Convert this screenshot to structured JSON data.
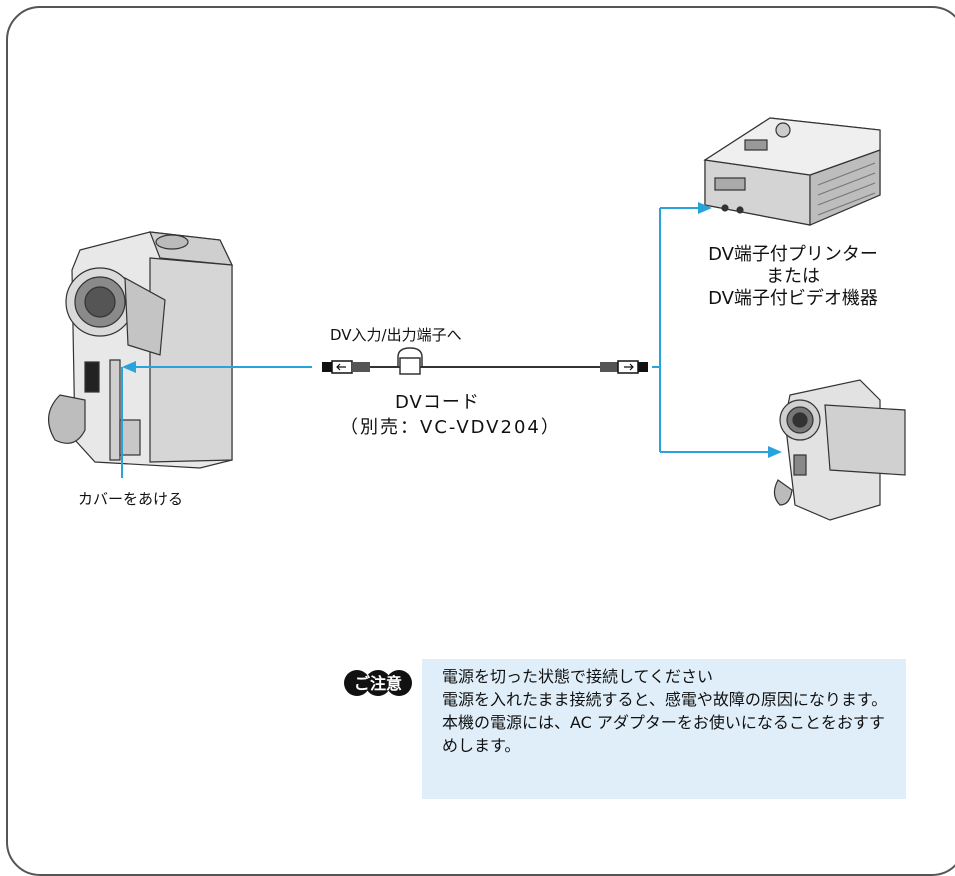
{
  "labels": {
    "dv_port": "DV入力/出力端子へ",
    "cover": "カバーをあける",
    "cord_name": "DVコード",
    "cord_sub": "（別売：VC-VDV204）",
    "printer_line1": "DV端子付プリンター",
    "printer_line2": "または",
    "printer_line3": "DV端子付ビデオ機器"
  },
  "caution": {
    "badge": "ご注意",
    "title": "電源を切った状態で接続してください",
    "line1": "電源を入れたまま接続すると、感電や故障の原因になります。",
    "line2": "本機の電源には、AC アダプターをお使いになることをおすすめします。"
  },
  "colors": {
    "arrow": "#29a3dc",
    "caution_bg": "#dfeef8",
    "frame": "#555555"
  }
}
